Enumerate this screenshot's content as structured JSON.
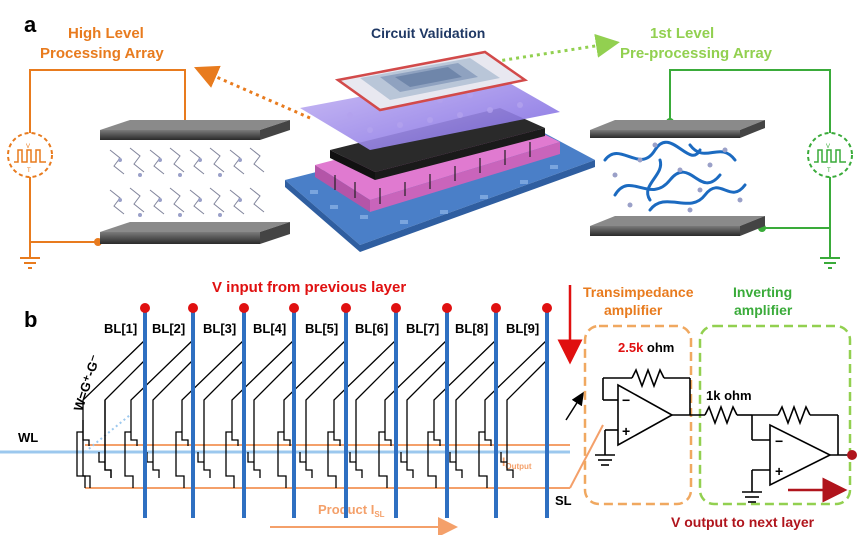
{
  "panel_a": {
    "label": "a",
    "left_title_line1": "High Level",
    "left_title_line2": "Processing Array",
    "center_title": "Circuit Validation",
    "right_title_line1": "1st Level",
    "right_title_line2": "Pre-processing Array",
    "scope_v": "V",
    "scope_t": "T"
  },
  "panel_b": {
    "label": "b",
    "v_input": "V input from previous layer",
    "bitlines": [
      "BL[1]",
      "BL[2]",
      "BL[3]",
      "BL[4]",
      "BL[5]",
      "BL[6]",
      "BL[7]",
      "BL[8]",
      "BL[9]"
    ],
    "weight_label": "W=G⁺-G⁻",
    "wl_label": "WL",
    "sl_label": "SL",
    "i_output_main": "I",
    "i_output_sub": "Output",
    "product_main": "Product I",
    "product_sub": "SL",
    "tia_line1": "Transimpedance",
    "tia_line2": "amplifier",
    "inv_line1": "Inverting",
    "inv_line2": "amplifier",
    "r_feedback_value": "2.5k",
    "r_feedback_unit": " ohm",
    "r_input": "1k ohm",
    "v_output": "V output to next layer"
  },
  "colors": {
    "orange": "#e87b1e",
    "green": "#3aab3a",
    "light_green": "#92d050",
    "navy": "#1f3864",
    "blue_bitline": "#2e6fc1",
    "red": "#e01010",
    "salmon": "#f4a06a",
    "wl_blue": "#9cc8ee"
  }
}
